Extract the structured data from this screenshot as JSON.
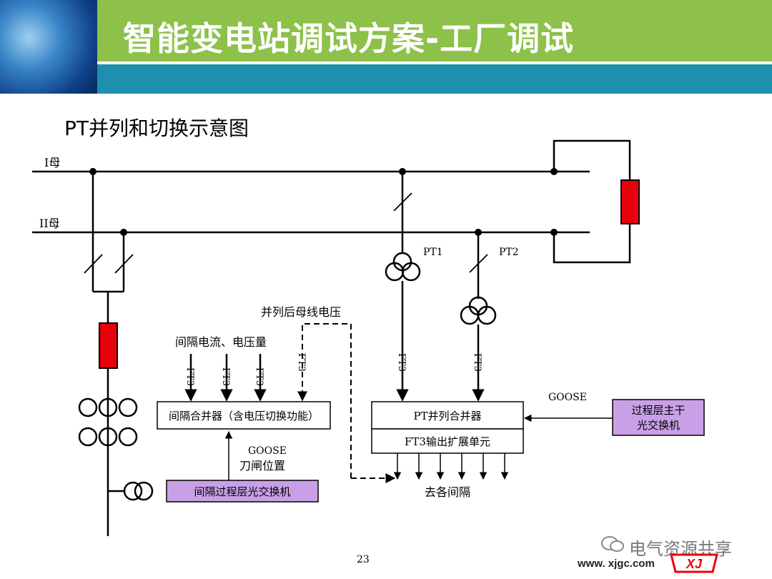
{
  "header": {
    "title": "智能变电站调试方案-工厂调试"
  },
  "subtitle": "PT并列和切换示意图",
  "diagram": {
    "bus1_label": "I母",
    "bus2_label": "II母",
    "pt1_label": "PT1",
    "pt2_label": "PT2",
    "parallel_voltage_label": "并列后母线电压",
    "bay_current_voltage_label": "间隔电流、电压量",
    "ft3_label": "FT3",
    "bay_merger_label": "间隔合并器（含电压切换功能）",
    "pt_merger_label": "PT并列合并器",
    "ft3_expansion_label": "FT3输出扩展单元",
    "goose_label": "GOOSE",
    "switch_position_label": "刀闸位置",
    "bay_switch_label": "间隔过程层光交换机",
    "main_switch_line1": "过程层主干",
    "main_switch_line2": "光交换机",
    "goose_right_label": "GOOSE",
    "to_bays_label": "去各间隔"
  },
  "footer": {
    "page_number": "23",
    "watermark": "电气资源共享",
    "website": "www. xjgc.com",
    "logo_text": "XJ"
  },
  "colors": {
    "header_green": "#8dc14a",
    "header_teal": "#1f8fb0",
    "fuse_red": "#e8000b",
    "switch_box_purple": "#c9a0e8"
  }
}
